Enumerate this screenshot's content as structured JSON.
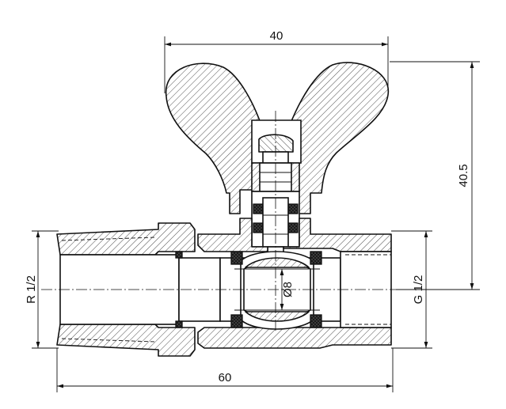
{
  "dimensions": {
    "handle_width": "40",
    "overall_height": "40.5",
    "overall_length": "60",
    "inlet_thread": "R 1/2",
    "outlet_thread": "G 1/2",
    "bore_diameter": "Ø8"
  },
  "colors": {
    "line": "#111111",
    "background": "#ffffff"
  }
}
